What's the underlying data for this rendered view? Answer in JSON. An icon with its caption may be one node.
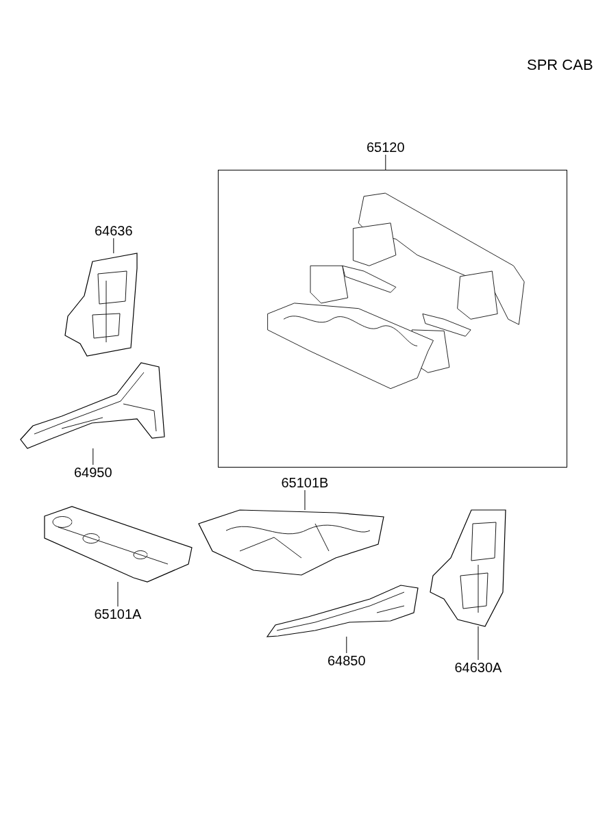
{
  "diagram": {
    "nodes": [
      {
        "text": [
          "64636"
        ]
      },
      {
        "text": [],
        "shape": "picture"
      },
      {
        "text": [
          "64950"
        ]
      },
      {
        "text": [],
        "shape": "picture"
      },
      {
        "text": [
          "65120"
        ]
      },
      {
        "text": [],
        "shape": "box"
      },
      {
        "text": [
          "65101B"
        ]
      },
      {
        "text": [],
        "shape": "picture"
      },
      {
        "text": [
          "65101A"
        ]
      },
      {
        "text": [],
        "shape": "picture"
      },
      {
        "text": [
          "64850"
        ]
      },
      {
        "text": [],
        "shape": "picture"
      },
      {
        "text": [
          "64630A"
        ]
      },
      {
        "text": [],
        "shape": "picture"
      }
    ],
    "edges": [
      {
        "from": 0,
        "to": 1,
        "arrow": "none"
      },
      {
        "from": 2,
        "to": 3,
        "arrow": "none"
      },
      {
        "from": 4,
        "to": 5,
        "arrow": "none"
      },
      {
        "from": 6,
        "to": 7,
        "arrow": "none"
      },
      {
        "from": 8,
        "to": 9,
        "arrow": "none"
      },
      {
        "from": 10,
        "to": 11,
        "arrow": "none"
      },
      {
        "from": 12,
        "to": 13,
        "arrow": "none"
      }
    ],
    "labels": [
      "SPR CAB"
    ]
  }
}
